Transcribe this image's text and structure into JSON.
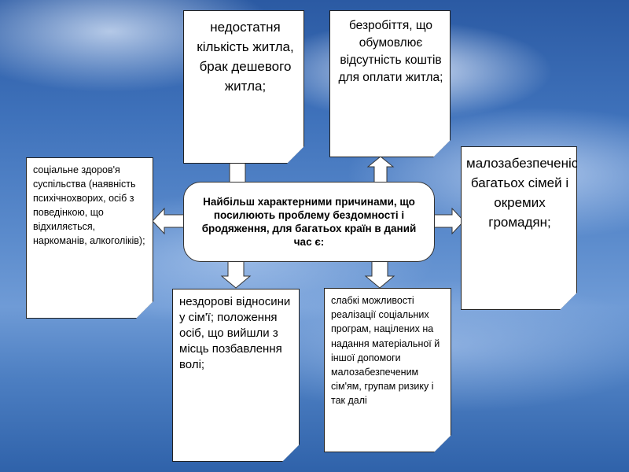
{
  "center_text": "Найбільш характерними причинами, що посилюють проблему бездомності і бродяження, для багатьох країн в даний час є:",
  "boxes": {
    "top_left": "недостатня кількість житла, брак дешевого житла;",
    "top_right": "безробіття, що обумовлює відсутність коштів для оплати житла;",
    "left": "соціальне здоров'я суспільства (наявність психічнохворих, осіб з поведінкою, що відхиляється, наркоманів, алкоголіків);",
    "right": "малозабезпеченість багатьох сімей і окремих громадян;",
    "bottom_left": "нездорові відносини у сім'ї; положення осіб, що вийшли з місць позбавлення волі;",
    "bottom_right": "слабкі можливості реалізації соціальних програм, націлених на надання матеріальної й іншої допомоги малозабезпеченим сім'ям, групам ризику і так далі"
  }
}
